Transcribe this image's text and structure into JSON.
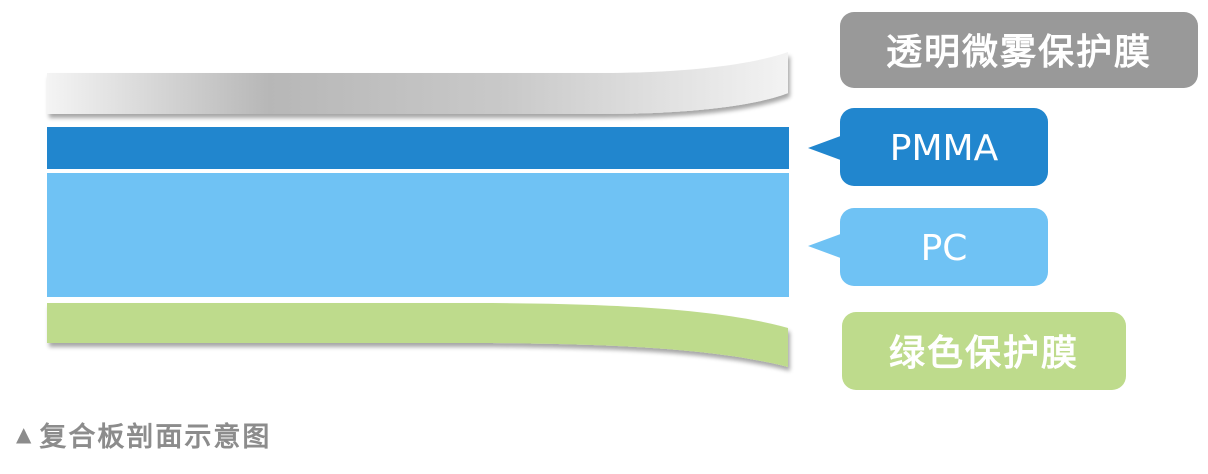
{
  "labels": {
    "top_film": "透明微雾保护膜",
    "pmma": "PMMA",
    "pc": "PC",
    "bottom_film": "绿色保护膜"
  },
  "caption": {
    "marker": "▲",
    "text": "复合板剖面示意图"
  },
  "colors": {
    "top_film_label": "#999999",
    "pmma": "#2186ce",
    "pc": "#6fc2f4",
    "bottom_film": "#bedb8c",
    "caption": "#8c8c8c"
  }
}
